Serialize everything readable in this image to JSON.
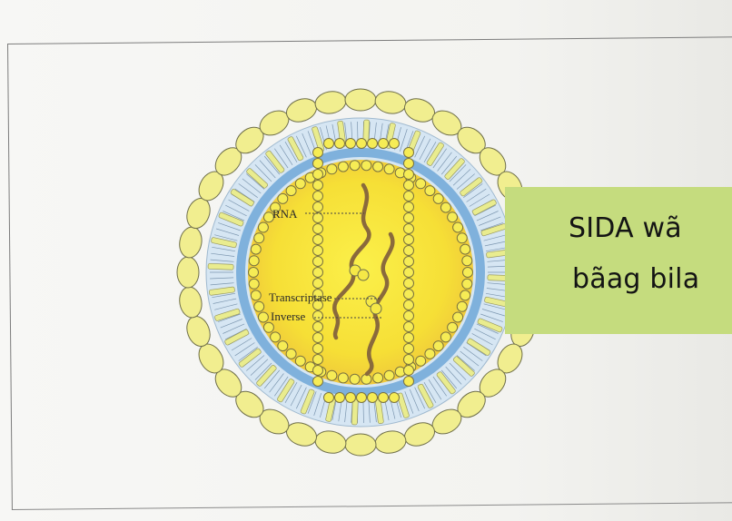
{
  "diagram": {
    "labels": {
      "rna": "RNA",
      "transcriptase": "Transcriptase",
      "inverse": "Inverse"
    },
    "colors": {
      "core": "#f7e335",
      "core_glow": "#f0c53a",
      "membrane_blue": "#7fb1dc",
      "membrane_light": "#c9dff0",
      "knob": "#f1ee8f",
      "knob_stroke": "#6f6f4a",
      "rna_strand": "#8a6a3c"
    }
  },
  "caption_box": {
    "line1": "SIDA wã",
    "line2": "bãag bila",
    "color": "#c5dc7e"
  }
}
